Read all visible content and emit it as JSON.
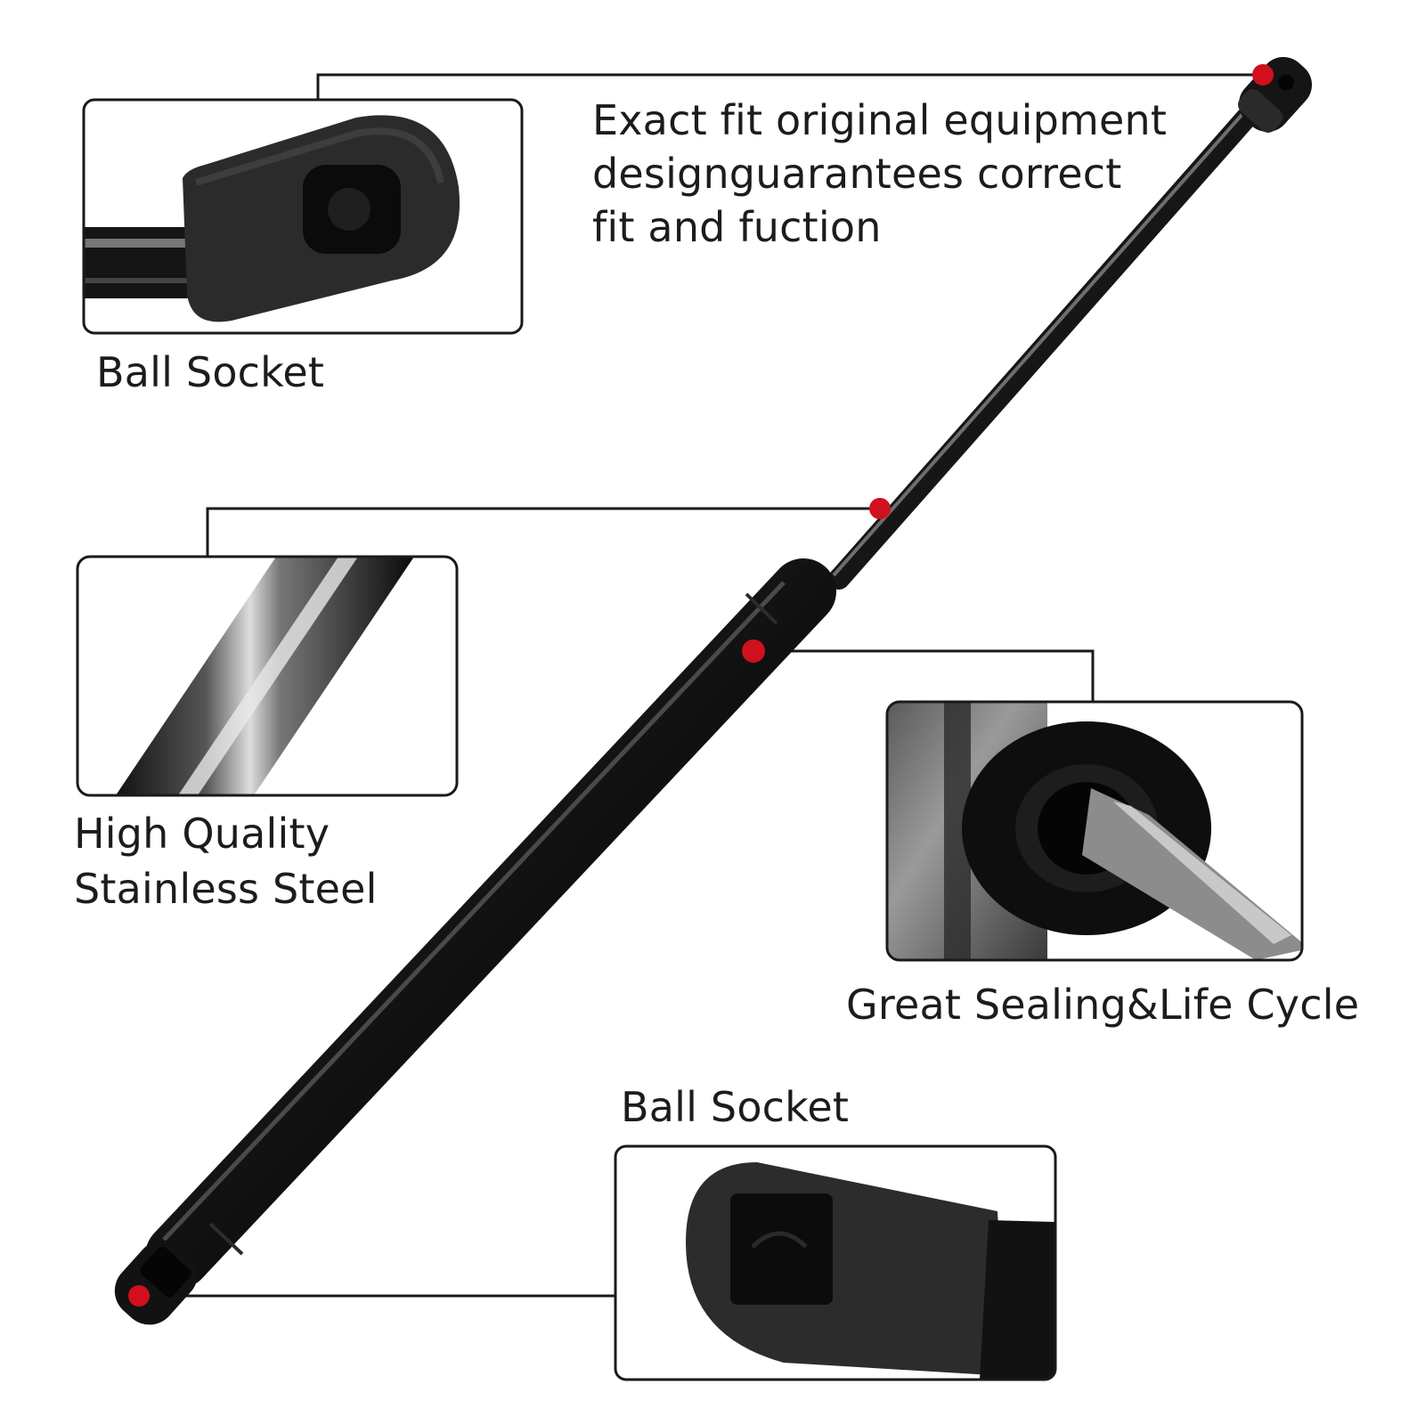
{
  "callouts": {
    "ball_socket_top": {
      "label": "Ball Socket"
    },
    "fit_description": {
      "lines": [
        "Exact fit original equipment",
        "designguarantees correct",
        "fit and fuction"
      ]
    },
    "stainless_steel": {
      "lines": [
        "High Quality",
        "Stainless Steel"
      ]
    },
    "sealing": {
      "label": "Great Sealing&Life Cycle"
    },
    "ball_socket_bottom": {
      "label": "Ball Socket"
    }
  },
  "colors": {
    "marker": "#d0101c",
    "strut": "#0c0c0c",
    "frame": "#1a1a1a"
  }
}
